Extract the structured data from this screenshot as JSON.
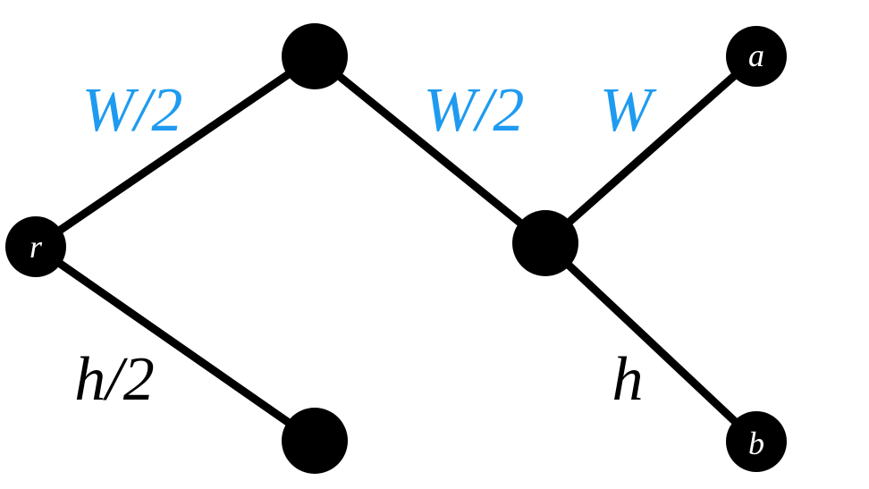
{
  "colors": {
    "accent": "#1e9bf0",
    "line": "#000000",
    "node": "#000000",
    "node_text": "#ffffff",
    "label": "#000000"
  },
  "nodes": {
    "r": "r",
    "a": "a",
    "b": "b"
  },
  "edge_labels": {
    "root_to_top": "W/2",
    "top_to_mid": "W/2",
    "mid_to_a": "W",
    "root_to_bottom": "h/2",
    "mid_to_b": "h"
  }
}
